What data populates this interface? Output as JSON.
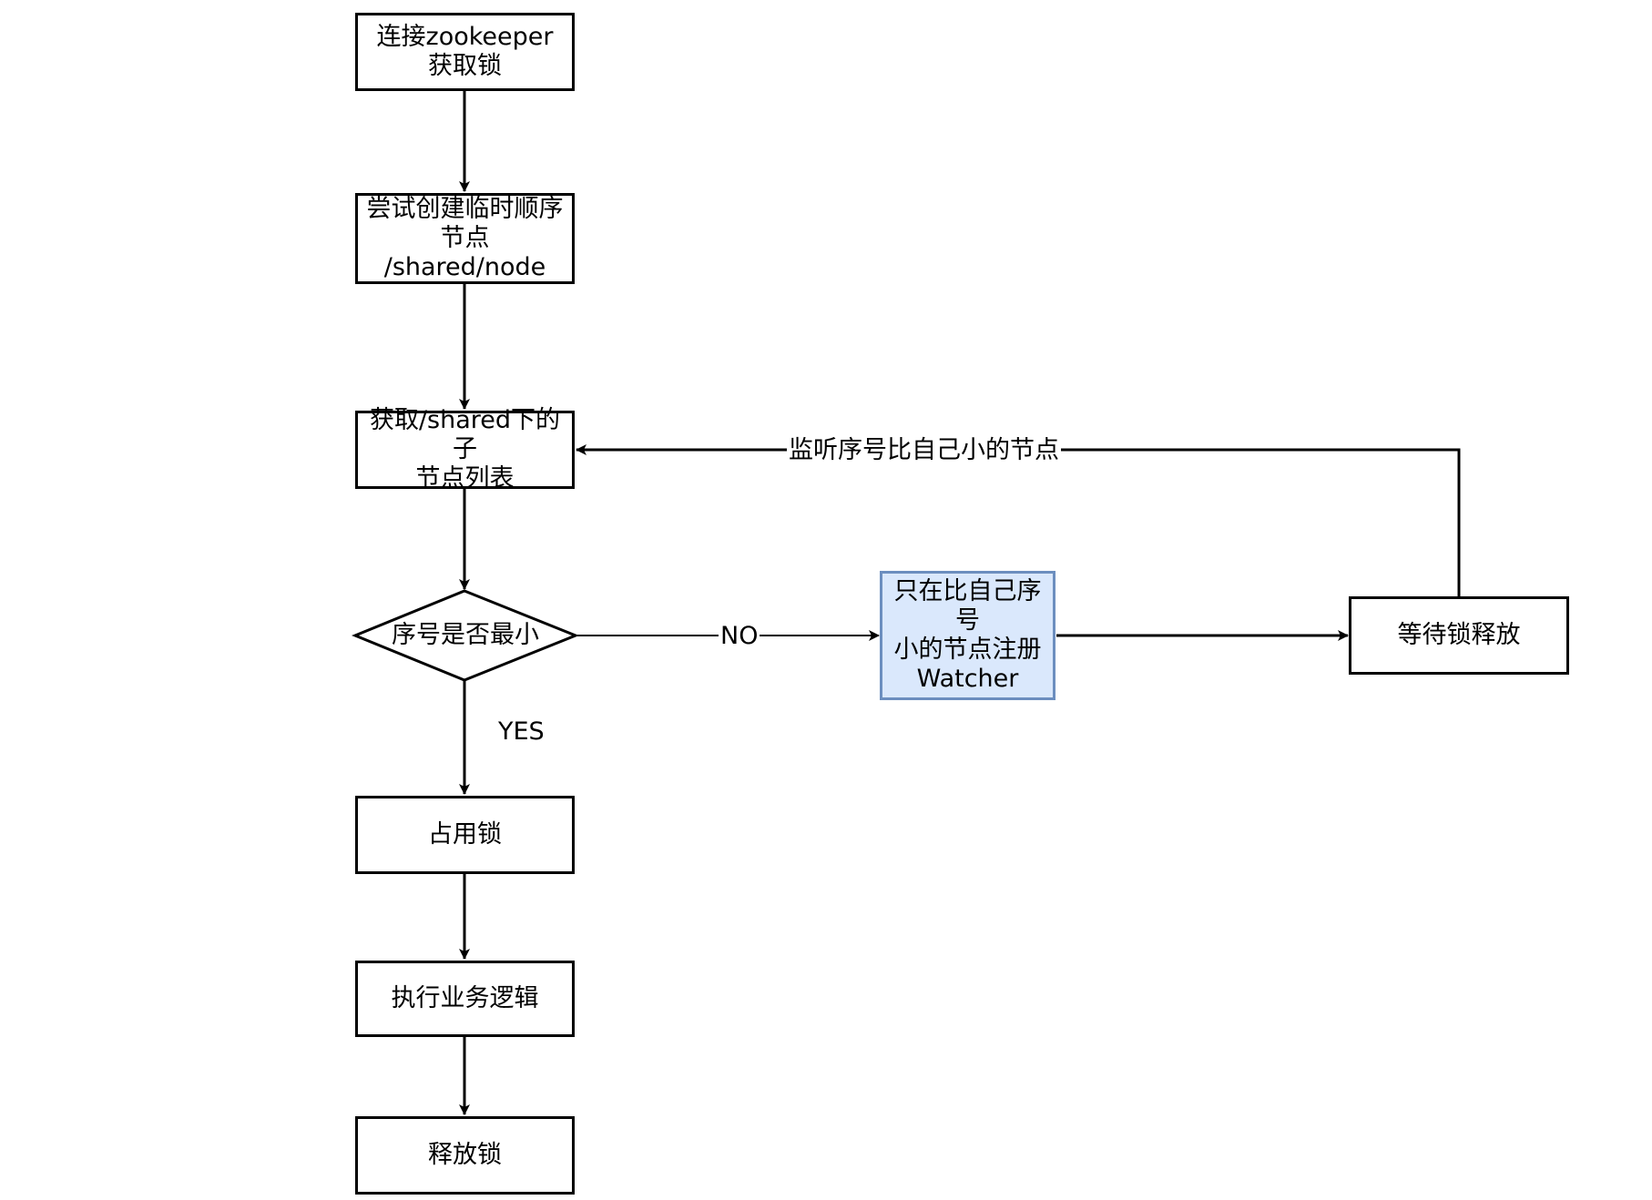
{
  "nodes": {
    "connect": "连接zookeeper\n获取锁",
    "create": "尝试创建临时顺序\n节点\n/shared/node",
    "get_children": "获取/shared下的子\n节点列表",
    "is_min": "序号是否最小",
    "register_watcher": "只在比自己序号\n小的节点注册\nWatcher",
    "wait": "等待锁释放",
    "acquire": "占用锁",
    "execute": "执行业务逻辑",
    "release": "释放锁"
  },
  "edges": {
    "no": "NO",
    "yes": "YES",
    "watch_smaller": "监听序号比自己小的节点"
  },
  "colors": {
    "stroke": "#000000",
    "highlight_fill": "#dae8fc",
    "highlight_stroke": "#6c8ebf"
  }
}
